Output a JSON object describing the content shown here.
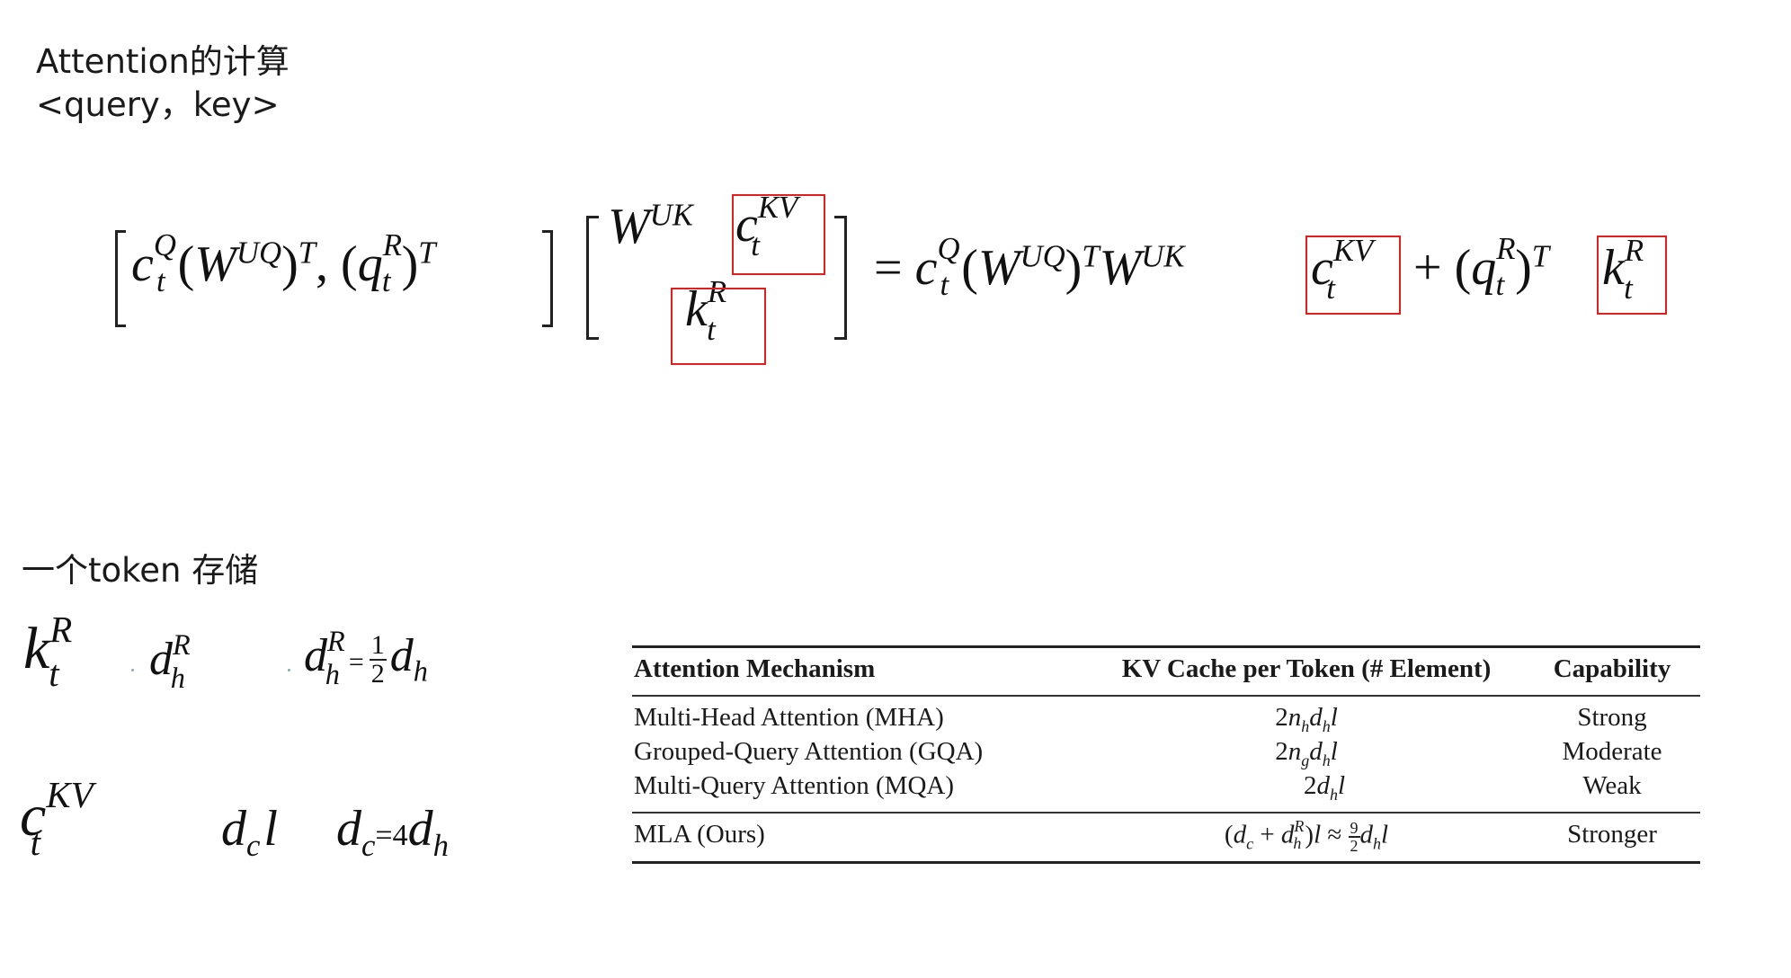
{
  "headings": {
    "attention_title": "Attention的计算",
    "attention_sub": "<query，key>",
    "token_title": "一个token 存储"
  },
  "highlight_color": "#e01f1f",
  "equation": {
    "lhs_row": "c^Q_t (W^{UQ})^T, (q^R_t)^T",
    "matrix_top": "W^{UK} c^{KV}_t",
    "matrix_bottom": "k^R_t",
    "rhs": "c^Q_t (W^{UQ})^T W^{UK} c^{KV}_t + (q^R_t)^T k^R_t",
    "boxed_terms": [
      "c^{KV}_t",
      "k^R_t",
      "c^{KV}_t",
      "k^R_t"
    ]
  },
  "storage": {
    "row1": {
      "vector": "k^R_t",
      "size": "d^R_h",
      "relation": "d^R_h = 1/2 d_h"
    },
    "row2": {
      "vector": "c^{KV}_t",
      "size": "d_c l",
      "relation": "d_c =4d_h"
    }
  },
  "table": {
    "headers": [
      "Attention Mechanism",
      "KV Cache per Token (# Element)",
      "Capability"
    ],
    "rows": [
      {
        "mechanism": "Multi-Head Attention (MHA)",
        "cache": "2n_h d_h l",
        "capability": "Strong"
      },
      {
        "mechanism": "Grouped-Query Attention (GQA)",
        "cache": "2n_g d_h l",
        "capability": "Moderate"
      },
      {
        "mechanism": "Multi-Query Attention (MQA)",
        "cache": "2d_h l",
        "capability": "Weak"
      }
    ],
    "final_row": {
      "mechanism": "MLA (Ours)",
      "cache": "(d_c + d^R_h)l ≈ 9/2 d_h l",
      "capability": "Stronger"
    }
  }
}
